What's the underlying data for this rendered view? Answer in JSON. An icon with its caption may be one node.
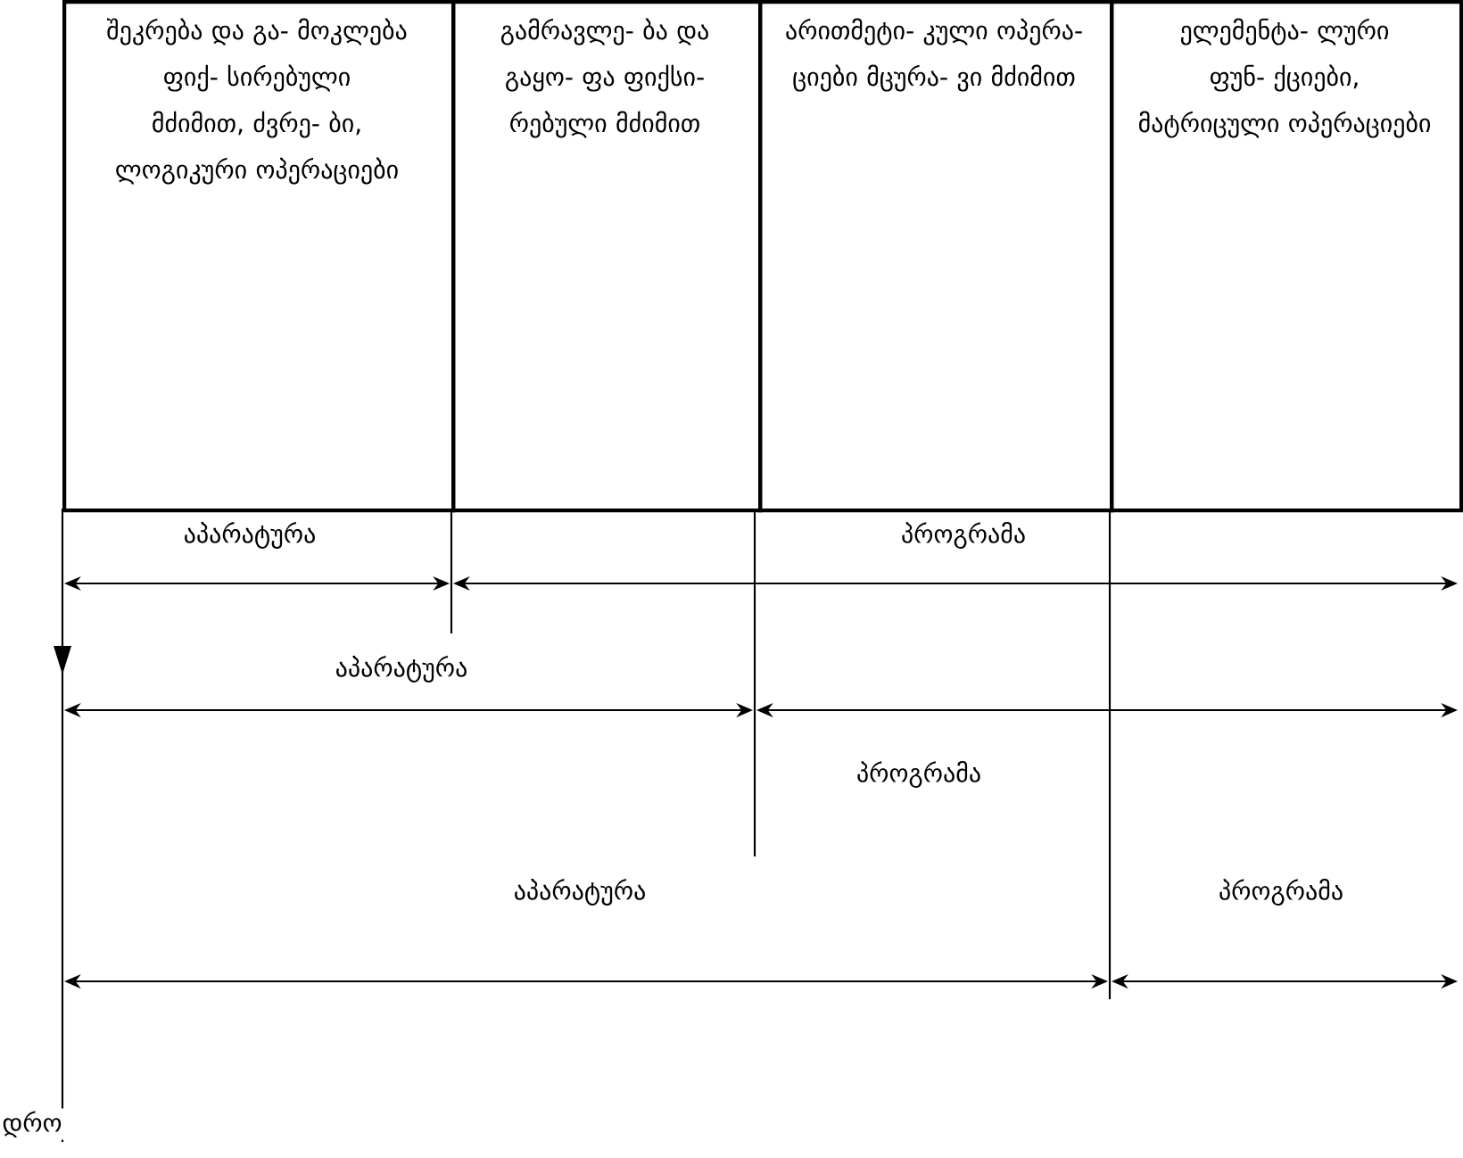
{
  "diagram": {
    "nodes": [
      {
        "text": [
          "შეკრება და გა- მოკლება ფიქ- სირებული მძიმით, ძვრე- ბი, ლოგიკური ოპერაციები"
        ]
      },
      {
        "text": [
          "გამრავლე- ბა და გაყო- ფა ფიქსი- რებული მძიმით"
        ]
      },
      {
        "text": [
          "არითმეტი- კული ოპერა- ციები მცურა- ვი მძიმით"
        ]
      },
      {
        "text": [
          "ელემენტა- ლური ფუნ- ქციები, მატრიცული ოპერაციები"
        ]
      }
    ],
    "labels": [
      "აპარატურა",
      "პროგრამა",
      "აპარატურა",
      "პროგრამა",
      "აპარატურა",
      "პროგრამა",
      "დრო"
    ]
  }
}
